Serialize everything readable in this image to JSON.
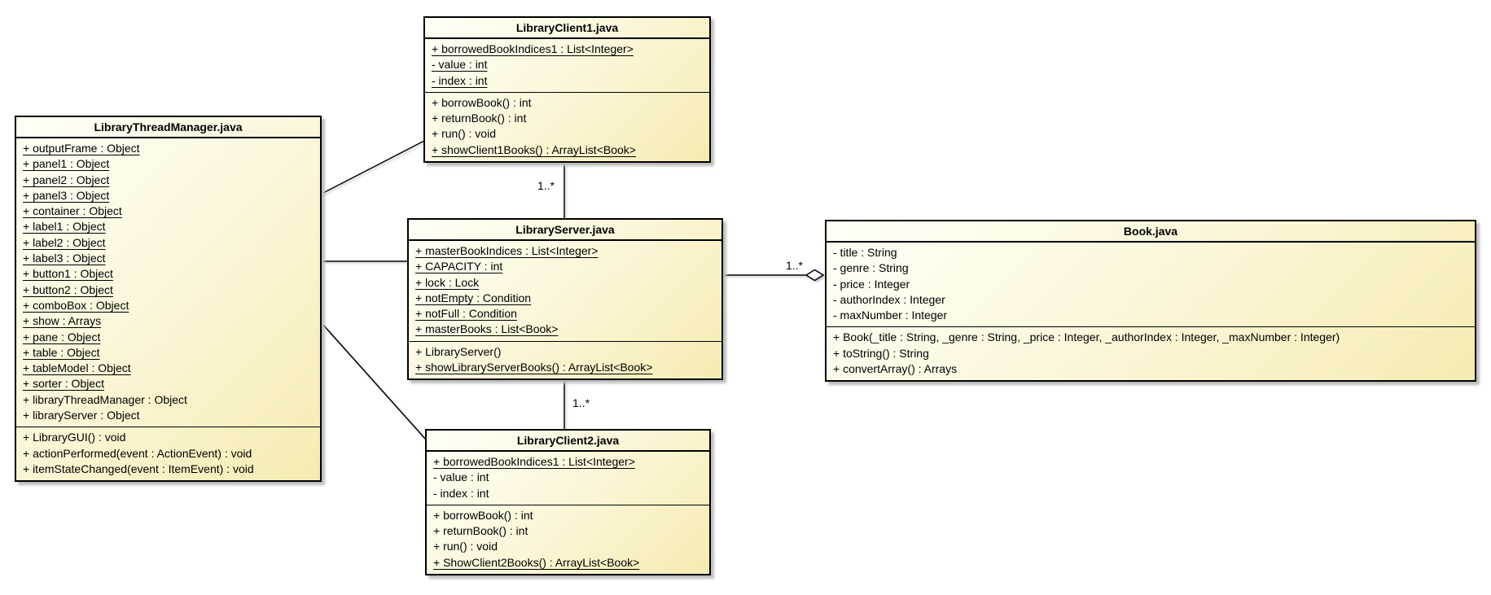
{
  "diagram": {
    "kind": "UML class diagram",
    "background_color": "#ffffff",
    "box_fill_top": "#fffff6",
    "box_fill_bottom": "#f5ecb2",
    "border_color": "#000000"
  },
  "classes": [
    {
      "title": "LibraryThreadManager.java",
      "attributes": [
        {
          "text": "+ outputFrame : Object",
          "static": true
        },
        {
          "text": "+ panel1 : Object",
          "static": true
        },
        {
          "text": "+ panel2 : Object",
          "static": true
        },
        {
          "text": "+ panel3 : Object",
          "static": true
        },
        {
          "text": "+ container : Object",
          "static": true
        },
        {
          "text": "+ label1 : Object",
          "static": true
        },
        {
          "text": "+ label2 : Object",
          "static": true
        },
        {
          "text": "+ label3 : Object",
          "static": true
        },
        {
          "text": "+ button1 : Object",
          "static": true
        },
        {
          "text": "+ button2 : Object",
          "static": true
        },
        {
          "text": "+ comboBox : Object",
          "static": true
        },
        {
          "text": "+ show : Arrays",
          "static": true
        },
        {
          "text": "+ pane : Object",
          "static": true
        },
        {
          "text": "+ table : Object",
          "static": true
        },
        {
          "text": "+ tableModel : Object",
          "static": true
        },
        {
          "text": "+ sorter : Object",
          "static": true
        },
        {
          "text": "+ libraryThreadManager : Object",
          "static": false
        },
        {
          "text": "+ libraryServer : Object",
          "static": false
        }
      ],
      "methods": [
        {
          "text": "+ LibraryGUI() : void",
          "static": false
        },
        {
          "text": "+ actionPerformed(event : ActionEvent) : void",
          "static": false
        },
        {
          "text": "+ itemStateChanged(event : ItemEvent) : void",
          "static": false
        }
      ]
    },
    {
      "title": "LibraryClient1.java",
      "attributes": [
        {
          "text": "+ borrowedBookIndices1 : List<Integer>",
          "static": true
        },
        {
          "text": "- value : int",
          "static": true
        },
        {
          "text": "- index : int",
          "static": true
        }
      ],
      "methods": [
        {
          "text": "+ borrowBook() : int",
          "static": false
        },
        {
          "text": "+ returnBook() : int",
          "static": false
        },
        {
          "text": "+ run() : void",
          "static": false
        },
        {
          "text": "+ showClient1Books() : ArrayList<Book>",
          "static": true
        }
      ]
    },
    {
      "title": "LibraryServer.java",
      "attributes": [
        {
          "text": "+ masterBookIndices : List<Integer>",
          "static": true
        },
        {
          "text": "+ CAPACITY : int",
          "static": true
        },
        {
          "text": "+ lock : Lock",
          "static": true
        },
        {
          "text": "+ notEmpty : Condition",
          "static": true
        },
        {
          "text": "+ notFull : Condition",
          "static": true
        },
        {
          "text": "+ masterBooks : List<Book>",
          "static": true
        }
      ],
      "methods": [
        {
          "text": "+ LibraryServer()",
          "static": false
        },
        {
          "text": "+ showLibraryServerBooks() : ArrayList<Book>",
          "static": true
        }
      ]
    },
    {
      "title": "Book.java",
      "attributes": [
        {
          "text": "- title : String",
          "static": false
        },
        {
          "text": "- genre : String",
          "static": false
        },
        {
          "text": "- price : Integer",
          "static": false
        },
        {
          "text": "- authorIndex : Integer",
          "static": false
        },
        {
          "text": "- maxNumber : Integer",
          "static": false
        }
      ],
      "methods": [
        {
          "text": "+ Book(_title : String, _genre : String, _price : Integer, _authorIndex : Integer, _maxNumber : Integer)",
          "static": false
        },
        {
          "text": "+ toString() : String",
          "static": false
        },
        {
          "text": "+ convertArray() : Arrays",
          "static": false
        }
      ]
    },
    {
      "title": "LibraryClient2.java",
      "attributes": [
        {
          "text": "+ borrowedBookIndices1 : List<Integer>",
          "static": true
        },
        {
          "text": "- value : int",
          "static": false
        },
        {
          "text": "- index : int",
          "static": false
        }
      ],
      "methods": [
        {
          "text": "+ borrowBook() : int",
          "static": false
        },
        {
          "text": "+ returnBook() : int",
          "static": false
        },
        {
          "text": "+ run() : void",
          "static": false
        },
        {
          "text": "+ ShowClient2Books() : ArrayList<Book>",
          "static": true
        }
      ]
    }
  ],
  "connections": [
    {
      "from": "LibraryThreadManager.java",
      "to": "LibraryClient1.java",
      "type": "association",
      "multiplicity": ""
    },
    {
      "from": "LibraryThreadManager.java",
      "to": "LibraryServer.java",
      "type": "association",
      "multiplicity": ""
    },
    {
      "from": "LibraryThreadManager.java",
      "to": "LibraryClient2.java",
      "type": "association",
      "multiplicity": ""
    },
    {
      "from": "LibraryClient1.java",
      "to": "LibraryServer.java",
      "type": "association",
      "multiplicity": "1..*"
    },
    {
      "from": "LibraryServer.java",
      "to": "LibraryClient2.java",
      "type": "association",
      "multiplicity": "1..*"
    },
    {
      "from": "LibraryServer.java",
      "to": "Book.java",
      "type": "aggregation",
      "multiplicity": "1..*"
    }
  ]
}
